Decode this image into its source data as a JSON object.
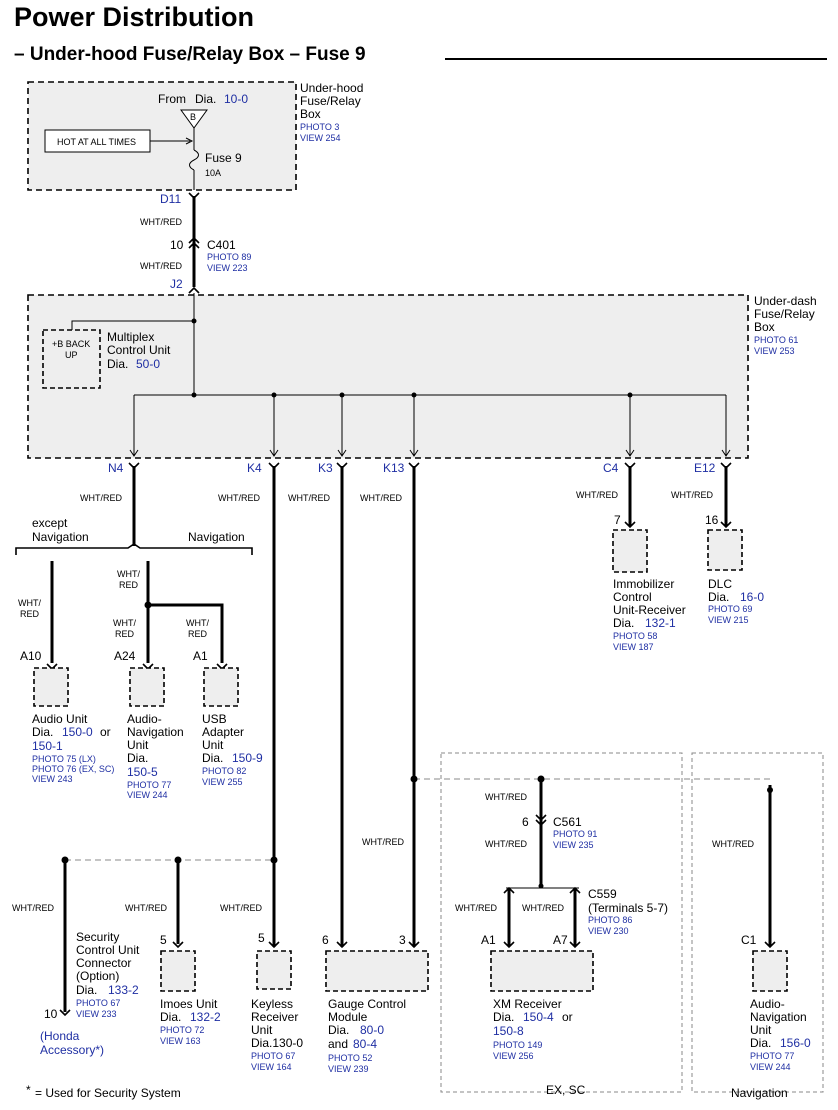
{
  "title": "Power Distribution",
  "subtitle_prefix": "–",
  "subtitle": "Under-hood Fuse/Relay Box – Fuse 9",
  "colors": {
    "link": "#1f2fa3",
    "box_fill": "#eeeeee",
    "line": "#000000"
  },
  "underhood": {
    "name": [
      "Under-hood",
      "Fuse/Relay",
      "Box"
    ],
    "refs": [
      "PHOTO 3",
      "VIEW 254"
    ],
    "from_label": "From",
    "from_dia": "Dia.",
    "from_dia_num": "10-0",
    "from_symbol": "B",
    "hot_label": "HOT AT ALL TIMES",
    "fuse_label": "Fuse 9",
    "fuse_amp": "10A",
    "out_terminal": "D11"
  },
  "c401": {
    "wire_top": "WHT/RED",
    "pin": "10",
    "name": "C401",
    "refs": [
      "PHOTO 89",
      "VIEW 223"
    ],
    "wire_bottom": "WHT/RED",
    "in_terminal": "J2"
  },
  "underdash": {
    "name": [
      "Under-dash",
      "Fuse/Relay",
      "Box"
    ],
    "refs": [
      "PHOTO 61",
      "VIEW 253"
    ],
    "backup_label": [
      "+B BACK",
      "UP"
    ],
    "multiplex_name": [
      "Multiplex",
      "Control Unit"
    ],
    "multiplex_dia": "Dia.",
    "multiplex_dia_num": "50-0"
  },
  "outputs": {
    "n4": "N4",
    "k4": "K4",
    "k3": "K3",
    "k13": "K13",
    "c4": "C4",
    "e12": "E12",
    "wire_n4": "WHT/RED",
    "wire_k4": "WHT/RED",
    "wire_k3": "WHT/RED",
    "wire_k13": "WHT/RED",
    "wire_c4": "WHT/RED",
    "wire_e12": "WHT/RED"
  },
  "branch": {
    "except_nav": [
      "except",
      "Navigation"
    ],
    "nav": "Navigation",
    "wire_a10": [
      "WHT/",
      "RED"
    ],
    "wire_nav_top": [
      "WHT/",
      "RED"
    ],
    "wire_a24": [
      "WHT/",
      "RED"
    ],
    "wire_a1": [
      "WHT/",
      "RED"
    ]
  },
  "audio_unit": {
    "terminal": "A10",
    "name": "Audio Unit",
    "dia": "Dia.",
    "dia_num": "150-0",
    "or": "or",
    "alt_num": "150-1",
    "refs": [
      "PHOTO 75 (LX)",
      "PHOTO 76 (EX, SC)",
      "VIEW 243"
    ]
  },
  "audio_nav_unit": {
    "terminal": "A24",
    "name": [
      "Audio-",
      "Navigation",
      "Unit"
    ],
    "dia": "Dia.",
    "dia_num": "150-5",
    "refs": [
      "PHOTO 77",
      "VIEW 244"
    ]
  },
  "usb_unit": {
    "terminal": "A1",
    "name": [
      "USB",
      "Adapter",
      "Unit"
    ],
    "dia": "Dia.",
    "dia_num": "150-9",
    "refs": [
      "PHOTO 82",
      "VIEW 255"
    ]
  },
  "immobilizer": {
    "pin": "7",
    "name": [
      "Immobilizer",
      "Control",
      "Unit-Receiver"
    ],
    "dia": "Dia.",
    "dia_num": "132-1",
    "refs": [
      "PHOTO 58",
      "VIEW 187"
    ]
  },
  "dlc": {
    "pin": "16",
    "name": "DLC",
    "dia": "Dia.",
    "dia_num": "16-0",
    "refs": [
      "PHOTO 69",
      "VIEW 215"
    ]
  },
  "security": {
    "wire": "WHT/RED",
    "name": [
      "Security",
      "Control Unit",
      "Connector",
      "(Option)"
    ],
    "dia": "Dia.",
    "dia_num": "133-2",
    "refs": [
      "PHOTO 67",
      "VIEW 233"
    ],
    "pin": "10",
    "accessory": [
      "(Honda",
      "Accessory*)"
    ]
  },
  "imoes": {
    "wire": "WHT/RED",
    "pin": "5",
    "name": "Imoes Unit",
    "dia": "Dia.",
    "dia_num": "132-2",
    "refs": [
      "PHOTO 72",
      "VIEW 163"
    ]
  },
  "keyless": {
    "wire": "WHT/RED",
    "pin": "5",
    "name": [
      "Keyless",
      "Receiver",
      "Unit"
    ],
    "dia": "Dia.130-0",
    "refs": [
      "PHOTO 67",
      "VIEW 164"
    ]
  },
  "gauge": {
    "wire_k3": "WHT/RED",
    "pin_left": "6",
    "pin_right": "3",
    "name": [
      "Gauge Control",
      "Module"
    ],
    "dia": "Dia.",
    "dia_num": "80-0",
    "and": "and",
    "alt_num": "80-4",
    "refs": [
      "PHOTO 52",
      "VIEW 239"
    ]
  },
  "c561": {
    "wire_top": "WHT/RED",
    "pin": "6",
    "name": "C561",
    "refs": [
      "PHOTO 91",
      "VIEW 235"
    ],
    "wire_bottom": "WHT/RED"
  },
  "c559": {
    "name": "C559",
    "sub": "(Terminals 5-7)",
    "refs": [
      "PHOTO 86",
      "VIEW 230"
    ],
    "wire_left": "WHT/RED",
    "wire_right": "WHT/RED"
  },
  "xm": {
    "term_left": "A1",
    "term_right": "A7",
    "name": "XM Receiver",
    "dia": "Dia.",
    "dia_num": "150-4",
    "or": "or",
    "alt_num": "150-8",
    "refs": [
      "PHOTO 149",
      "VIEW 256"
    ]
  },
  "audio_nav2": {
    "wire": "WHT/RED",
    "terminal": "C1",
    "name": [
      "Audio-",
      "Navigation",
      "Unit"
    ],
    "dia": "Dia.",
    "dia_num": "156-0",
    "refs": [
      "PHOTO 77",
      "VIEW 244"
    ]
  },
  "region_labels": {
    "ex_sc": "EX, SC",
    "navigation": "Navigation"
  },
  "footnote": {
    "star": "*",
    "text": "= Used for Security System"
  }
}
